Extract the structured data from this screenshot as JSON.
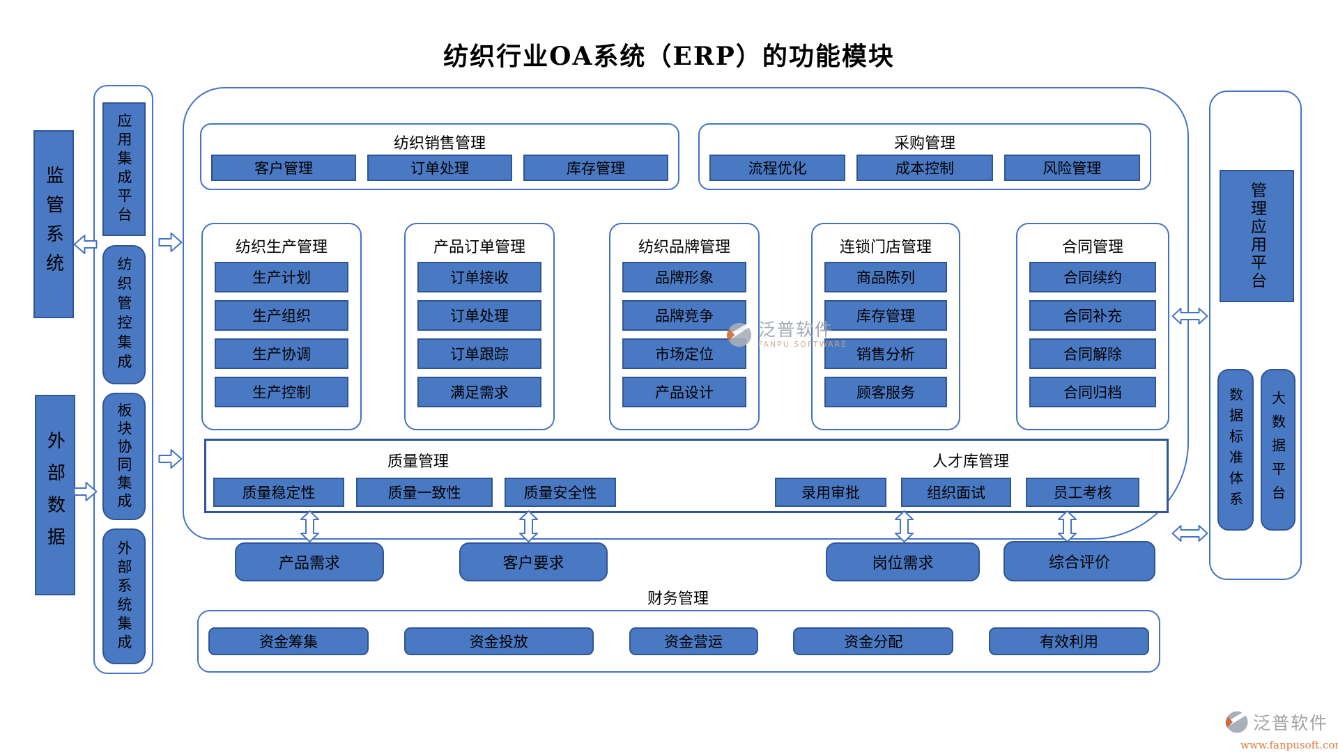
{
  "title": "纺织行业OA系统（ERP）的功能模块",
  "colors": {
    "module_fill": "#4a79c4",
    "module_border": "#2f5597",
    "outline_blue": "#4472c4",
    "watermark_gray": "#9aa1ab",
    "watermark_orange": "#df7a3e"
  },
  "left_column": {
    "supervision": "监管系统",
    "external_data": "外部数据"
  },
  "integration_column": {
    "items": [
      "应用集成平台",
      "纺织管控集成",
      "板块协同集成",
      "外部系统集成"
    ]
  },
  "sales_group": {
    "title": "纺织销售管理",
    "items": [
      "客户管理",
      "订单处理",
      "库存管理"
    ]
  },
  "purchase_group": {
    "title": "采购管理",
    "items": [
      "流程优化",
      "成本控制",
      "风险管理"
    ]
  },
  "middle_groups": [
    {
      "title": "纺织生产管理",
      "items": [
        "生产计划",
        "生产组织",
        "生产协调",
        "生产控制"
      ]
    },
    {
      "title": "产品订单管理",
      "items": [
        "订单接收",
        "订单处理",
        "订单跟踪",
        "满足需求"
      ]
    },
    {
      "title": "纺织品牌管理",
      "items": [
        "品牌形象",
        "品牌竞争",
        "市场定位",
        "产品设计"
      ]
    },
    {
      "title": "连锁门店管理",
      "items": [
        "商品陈列",
        "库存管理",
        "销售分析",
        "顾客服务"
      ]
    },
    {
      "title": "合同管理",
      "items": [
        "合同续约",
        "合同补充",
        "合同解除",
        "合同归档"
      ]
    }
  ],
  "quality_talent_band": {
    "sections": [
      {
        "title": "质量管理",
        "items": [
          "质量稳定性",
          "质量一致性",
          "质量安全性"
        ]
      },
      {
        "title": "人才库管理",
        "items": [
          "录用审批",
          "组织面试",
          "员工考核"
        ]
      }
    ]
  },
  "feedback_boxes": [
    "产品需求",
    "客户要求",
    "岗位需求",
    "综合评价"
  ],
  "finance_group": {
    "title": "财务管理",
    "items": [
      "资金筹集",
      "资金投放",
      "资金营运",
      "资金分配",
      "有效利用"
    ]
  },
  "right_column": {
    "platform": "管理应用平台",
    "pillars": [
      "数据标准体系",
      "大数据平台"
    ]
  },
  "watermark": {
    "brand": "泛普软件",
    "brand_latin": "FANPU SOFTWARE",
    "url": "www.fanpusoft.com"
  }
}
